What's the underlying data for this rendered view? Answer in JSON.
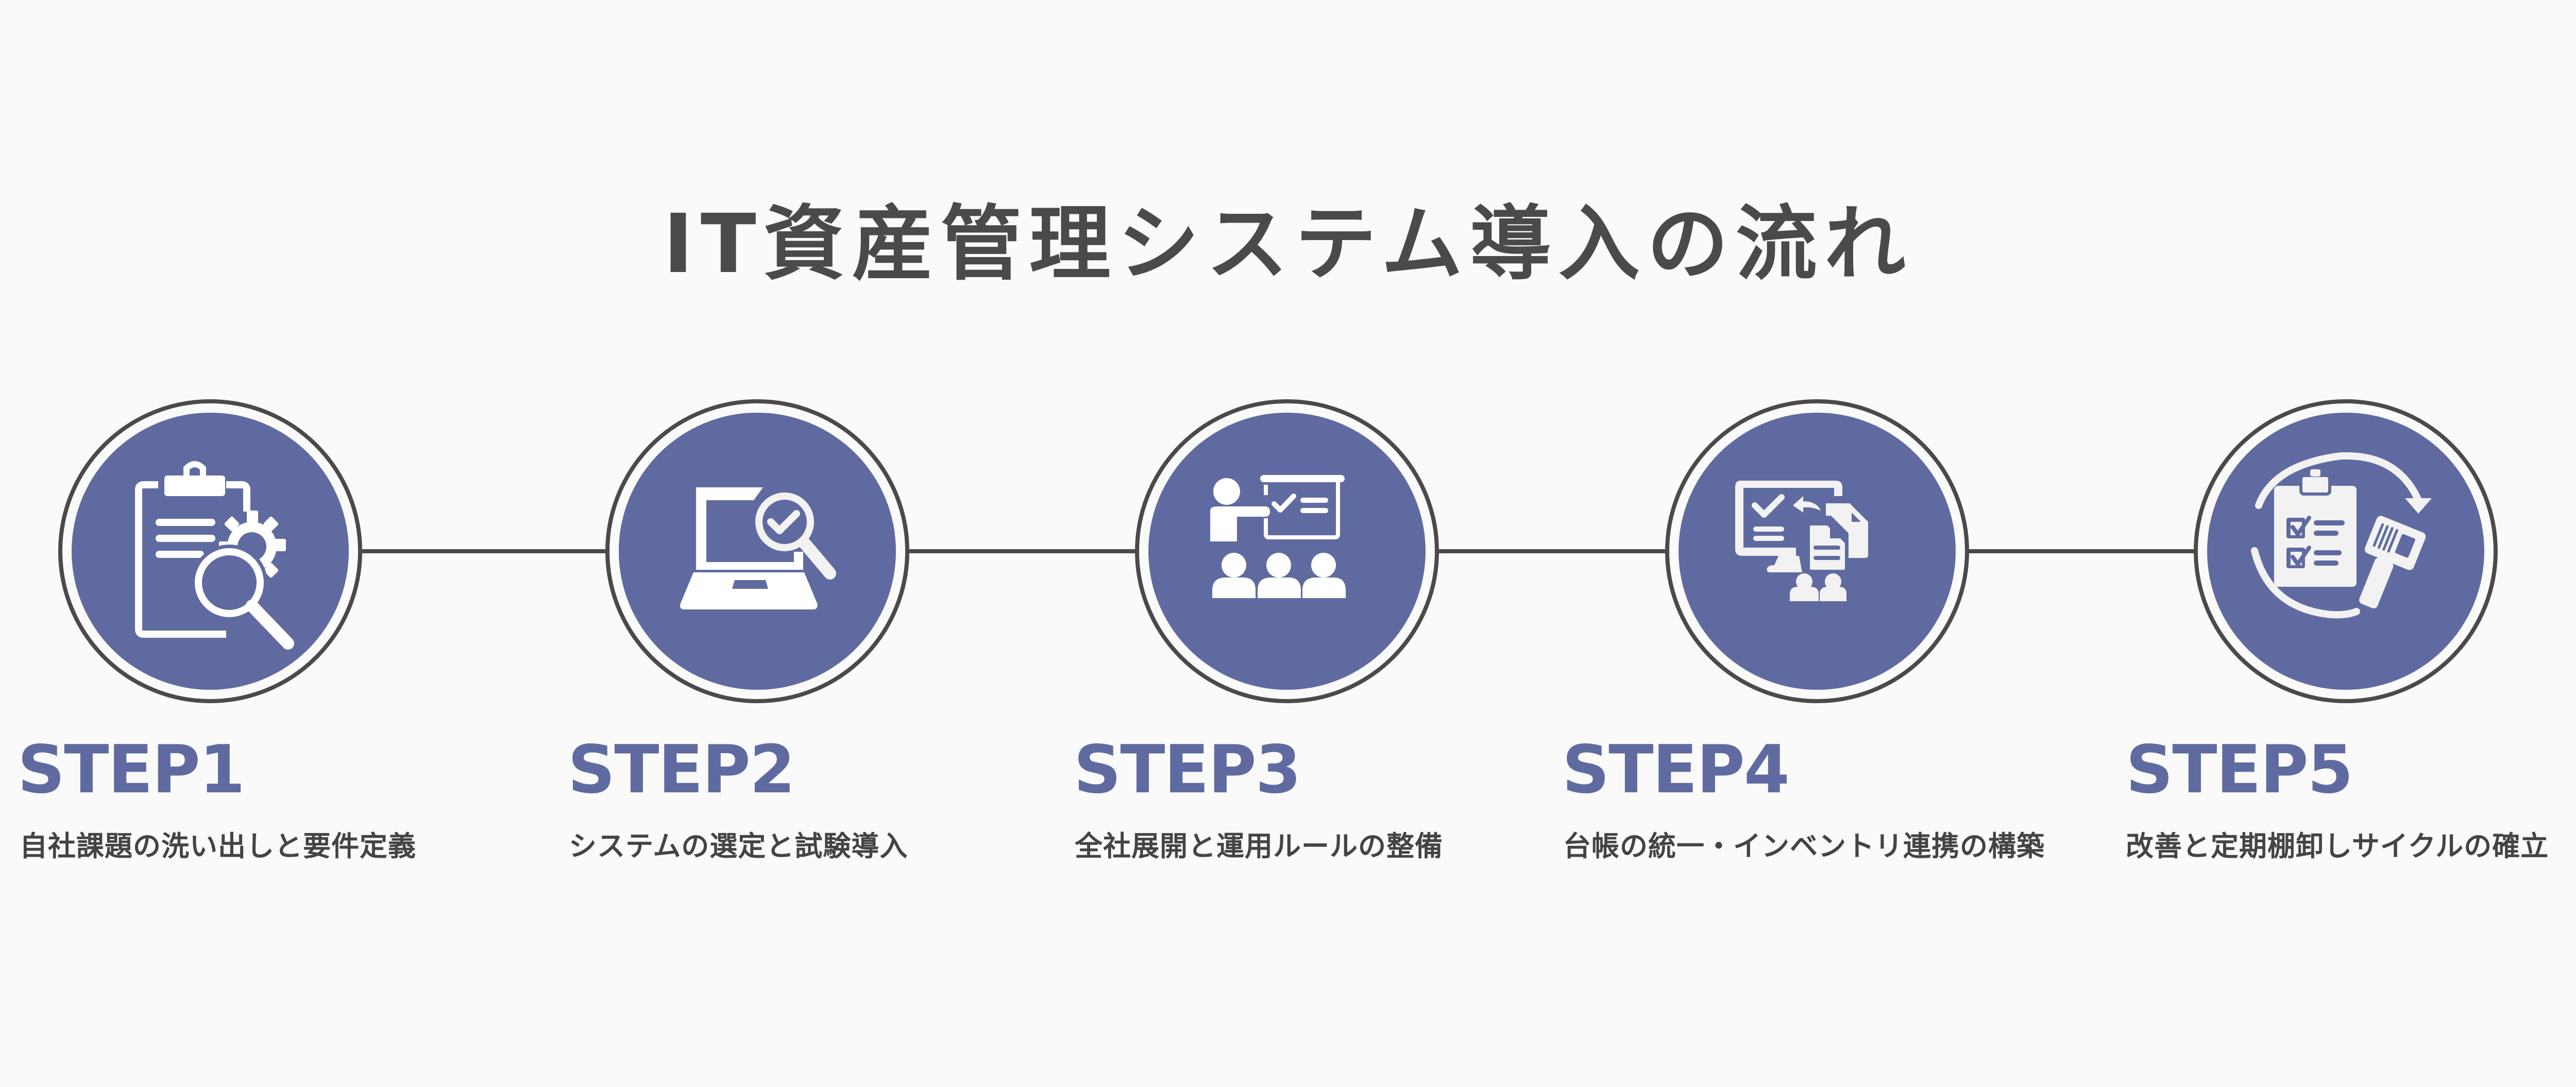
{
  "title": "IT資産管理システム導入の流れ",
  "colors": {
    "accent": "#5f6ba0",
    "text": "#4a4a4a",
    "ring": "#4a4a4a",
    "background": "#fafafa",
    "icon": "#ffffff"
  },
  "steps": [
    {
      "label": "STEP1",
      "description": "自社課題の洗い出しと要件定義",
      "icon": "clipboard-gear-magnifier-icon"
    },
    {
      "label": "STEP2",
      "description": "システムの選定と試験導入",
      "icon": "laptop-magnifier-check-icon"
    },
    {
      "label": "STEP3",
      "description": "全社展開と運用ルールの整備",
      "icon": "presentation-audience-icon"
    },
    {
      "label": "STEP4",
      "description": "台帳の統一・インベントリ連携の構築",
      "icon": "monitor-documents-sync-icon"
    },
    {
      "label": "STEP5",
      "description": "改善と定期棚卸しサイクルの確立",
      "icon": "checklist-barcode-scanner-cycle-icon"
    }
  ]
}
